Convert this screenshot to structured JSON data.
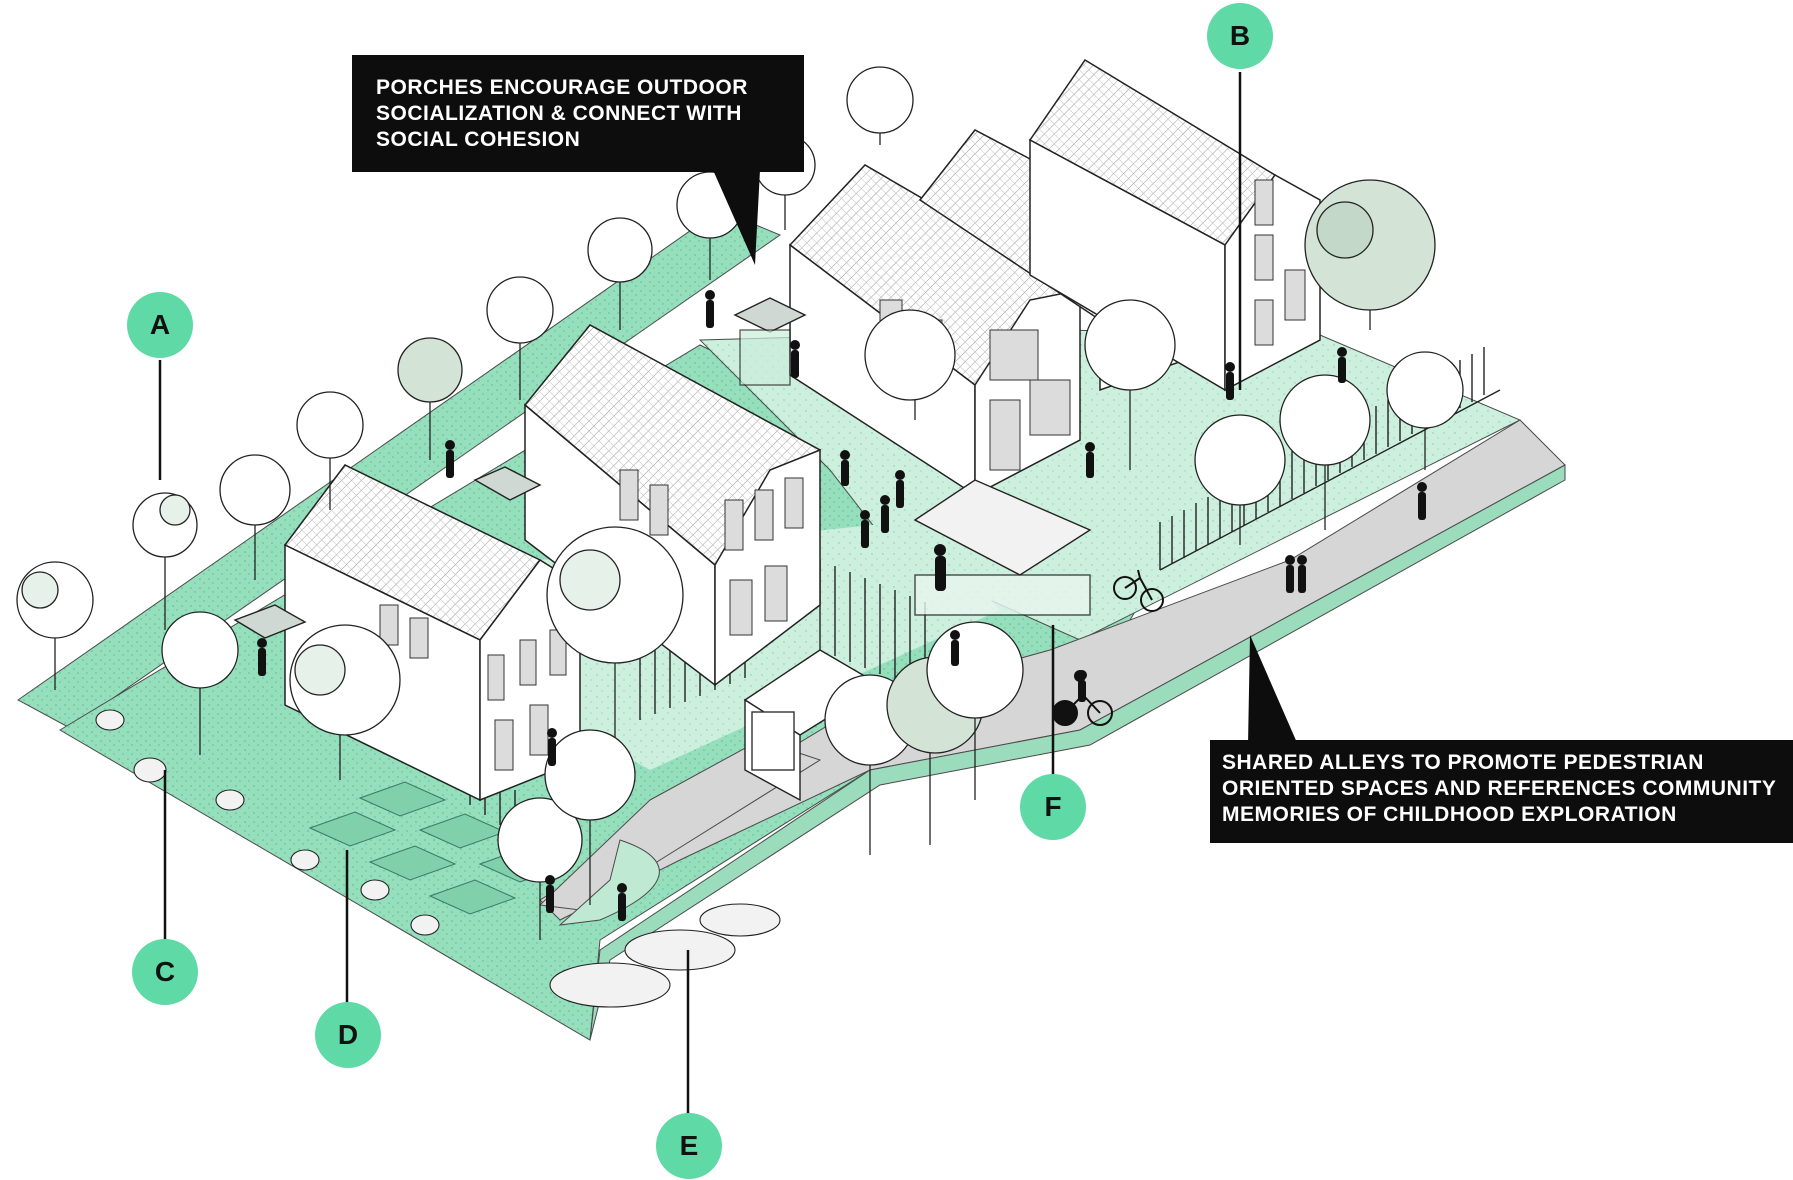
{
  "callouts": {
    "porches": [
      "PORCHES ENCOURAGE OUTDOOR",
      "SOCIALIZATION & CONNECT WITH",
      "SOCIAL COHESION"
    ],
    "alleys": [
      "SHARED ALLEYS TO PROMOTE PEDESTRIAN",
      "ORIENTED SPACES AND REFERENCES COMMUNITY",
      "MEMORIES OF CHILDHOOD EXPLORATION"
    ]
  },
  "markers": {
    "a": "A",
    "b": "B",
    "c": "C",
    "d": "D",
    "e": "E",
    "f": "F"
  },
  "colors": {
    "accent": "#5fd9a6",
    "lawn": "#8fdcb8",
    "lawn_light": "#c9eedb",
    "road": "#d4d4d4",
    "callout_bg": "#0d0d0d"
  }
}
